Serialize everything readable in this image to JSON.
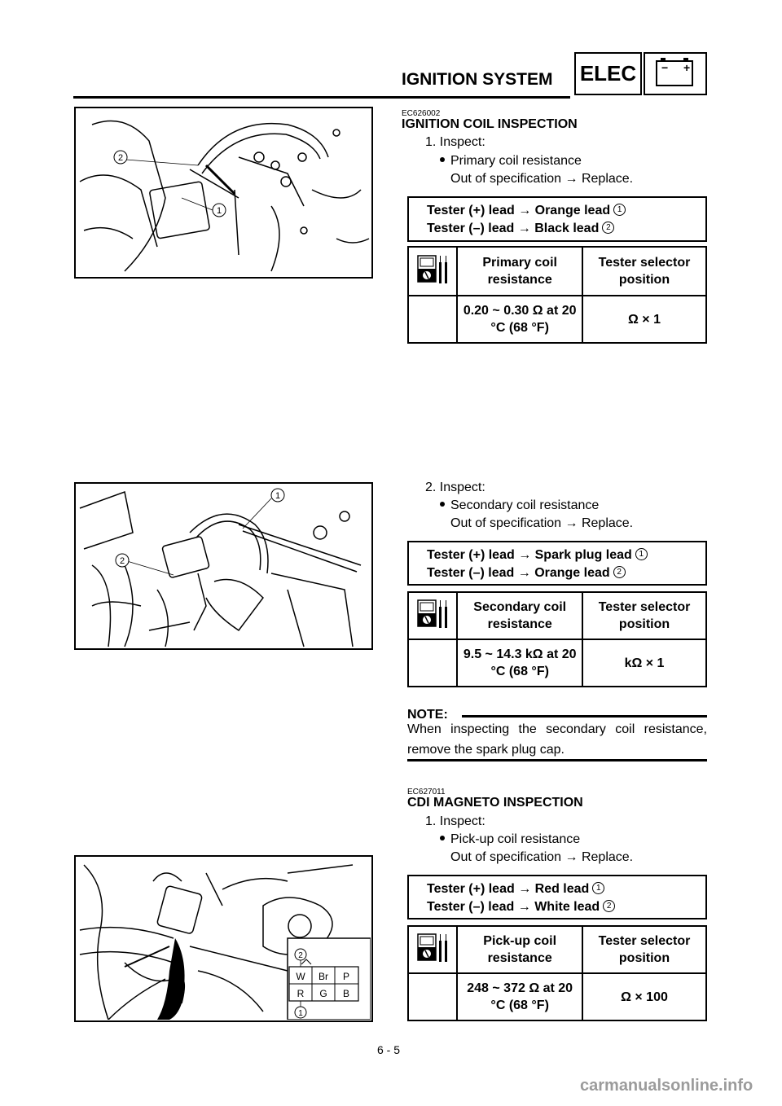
{
  "header": {
    "title": "IGNITION SYSTEM",
    "elec_label": "ELEC",
    "battery_minus": "−",
    "battery_plus": "+"
  },
  "section1": {
    "code": "EC626002",
    "title": "IGNITION COIL INSPECTION",
    "step1": {
      "label": "1.  Inspect:",
      "bullet": "Primary coil resistance",
      "out_of_spec": "Out of specification → Replace.",
      "tester_pos": "Tester (+) lead → Orange lead",
      "tester_pos_num": "1",
      "tester_neg": "Tester (–) lead → Black lead",
      "tester_neg_num": "2",
      "col1_header": "Primary coil resistance",
      "col2_header": "Tester selector position",
      "value": "0.20 ~ 0.30 Ω at 20 °C (68 °F)",
      "selector": "Ω × 1"
    },
    "step2": {
      "label": "2.  Inspect:",
      "bullet": "Secondary coil resistance",
      "out_of_spec": "Out of specification → Replace.",
      "tester_pos": "Tester (+) lead → Spark plug lead",
      "tester_pos_num": "1",
      "tester_neg": "Tester (–) lead → Orange lead",
      "tester_neg_num": "2",
      "col1_header": "Secondary coil resistance",
      "col2_header": "Tester selector position",
      "value": "9.5 ~ 14.3 kΩ at 20 °C (68 °F)",
      "selector": "kΩ × 1"
    },
    "note": {
      "heading": "NOTE:",
      "text": "When inspecting the secondary coil resistance, remove the spark plug cap."
    }
  },
  "section2": {
    "code": "EC627011",
    "title": "CDI MAGNETO INSPECTION",
    "step1": {
      "label": "1.  Inspect:",
      "bullet": "Pick-up coil resistance",
      "out_of_spec": "Out of specification → Replace.",
      "tester_pos": "Tester (+) lead → Red lead",
      "tester_pos_num": "1",
      "tester_neg": "Tester (–) lead → White lead",
      "tester_neg_num": "2",
      "col1_header": "Pick-up coil resistance",
      "col2_header": "Tester selector position",
      "value": "248 ~ 372 Ω at 20 °C (68 °F)",
      "selector": "Ω × 100"
    }
  },
  "photos": {
    "photo1": {
      "callouts": [
        "2",
        "1"
      ]
    },
    "photo2": {
      "callouts": [
        "1",
        "2"
      ]
    },
    "photo3": {
      "callouts": [
        "2",
        "1"
      ],
      "connector_top": [
        "W",
        "Br",
        "P"
      ],
      "connector_bottom": [
        "R",
        "G",
        "B"
      ]
    }
  },
  "footer": {
    "page_number": "6 - 5",
    "watermark": "carmanualsonline.info"
  }
}
